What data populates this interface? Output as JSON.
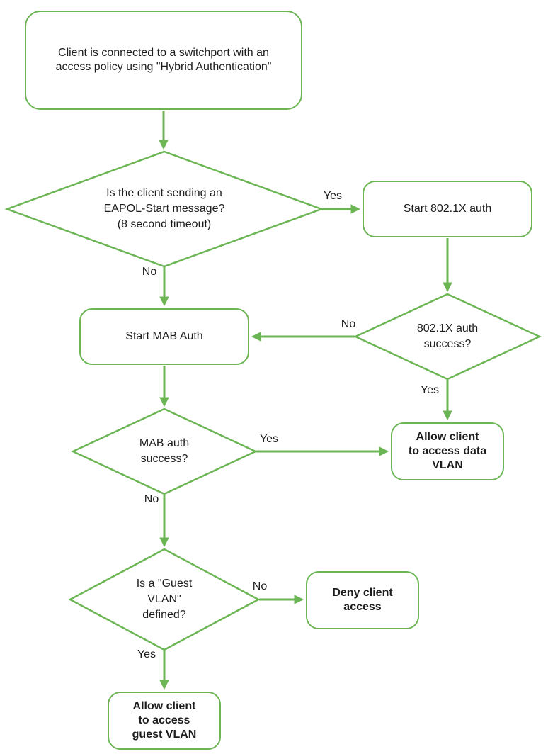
{
  "theme": {
    "accent_color": "#6cb554",
    "text_color": "#1d1d1d",
    "background": "#ffffff"
  },
  "nodes": {
    "start": {
      "label": "Client is connected to a switchport with an\naccess policy using \"Hybrid Authentication\"",
      "shape": "rounded-rect"
    },
    "eapol_decision": {
      "label": "Is the client sending an\nEAPOL-Start message?\n(8 second timeout)",
      "shape": "diamond"
    },
    "start_dot1x": {
      "label": "Start 802.1X auth",
      "shape": "rounded-rect"
    },
    "dot1x_success": {
      "label": "802.1X auth\nsuccess?",
      "shape": "diamond"
    },
    "start_mab": {
      "label": "Start MAB Auth",
      "shape": "rounded-rect"
    },
    "mab_success": {
      "label": "MAB auth\nsuccess?",
      "shape": "diamond"
    },
    "allow_data_vlan": {
      "label": "Allow client\nto access data\nVLAN",
      "shape": "rounded-rect"
    },
    "guest_vlan_defined": {
      "label": "Is a \"Guest\nVLAN\"\ndefined?",
      "shape": "diamond"
    },
    "deny_access": {
      "label": "Deny client\naccess",
      "shape": "rounded-rect"
    },
    "allow_guest_vlan": {
      "label": "Allow client\nto access\nguest VLAN",
      "shape": "rounded-rect"
    }
  },
  "edge_labels": {
    "eapol_yes": "Yes",
    "eapol_no": "No",
    "dot1x_no": "No",
    "dot1x_yes": "Yes",
    "mab_yes": "Yes",
    "mab_no": "No",
    "guest_no": "No",
    "guest_yes": "Yes"
  }
}
